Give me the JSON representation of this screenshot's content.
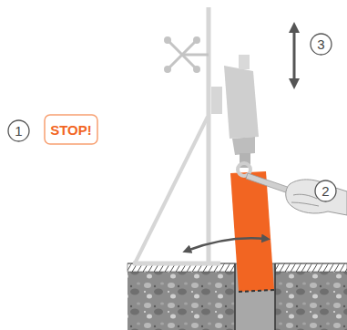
{
  "diagram": {
    "nodes": [
      {
        "text": [
          "1"
        ]
      },
      {
        "text": [
          "STOP!"
        ]
      },
      {
        "text": [
          "2"
        ]
      },
      {
        "text": [
          "3"
        ]
      }
    ]
  }
}
